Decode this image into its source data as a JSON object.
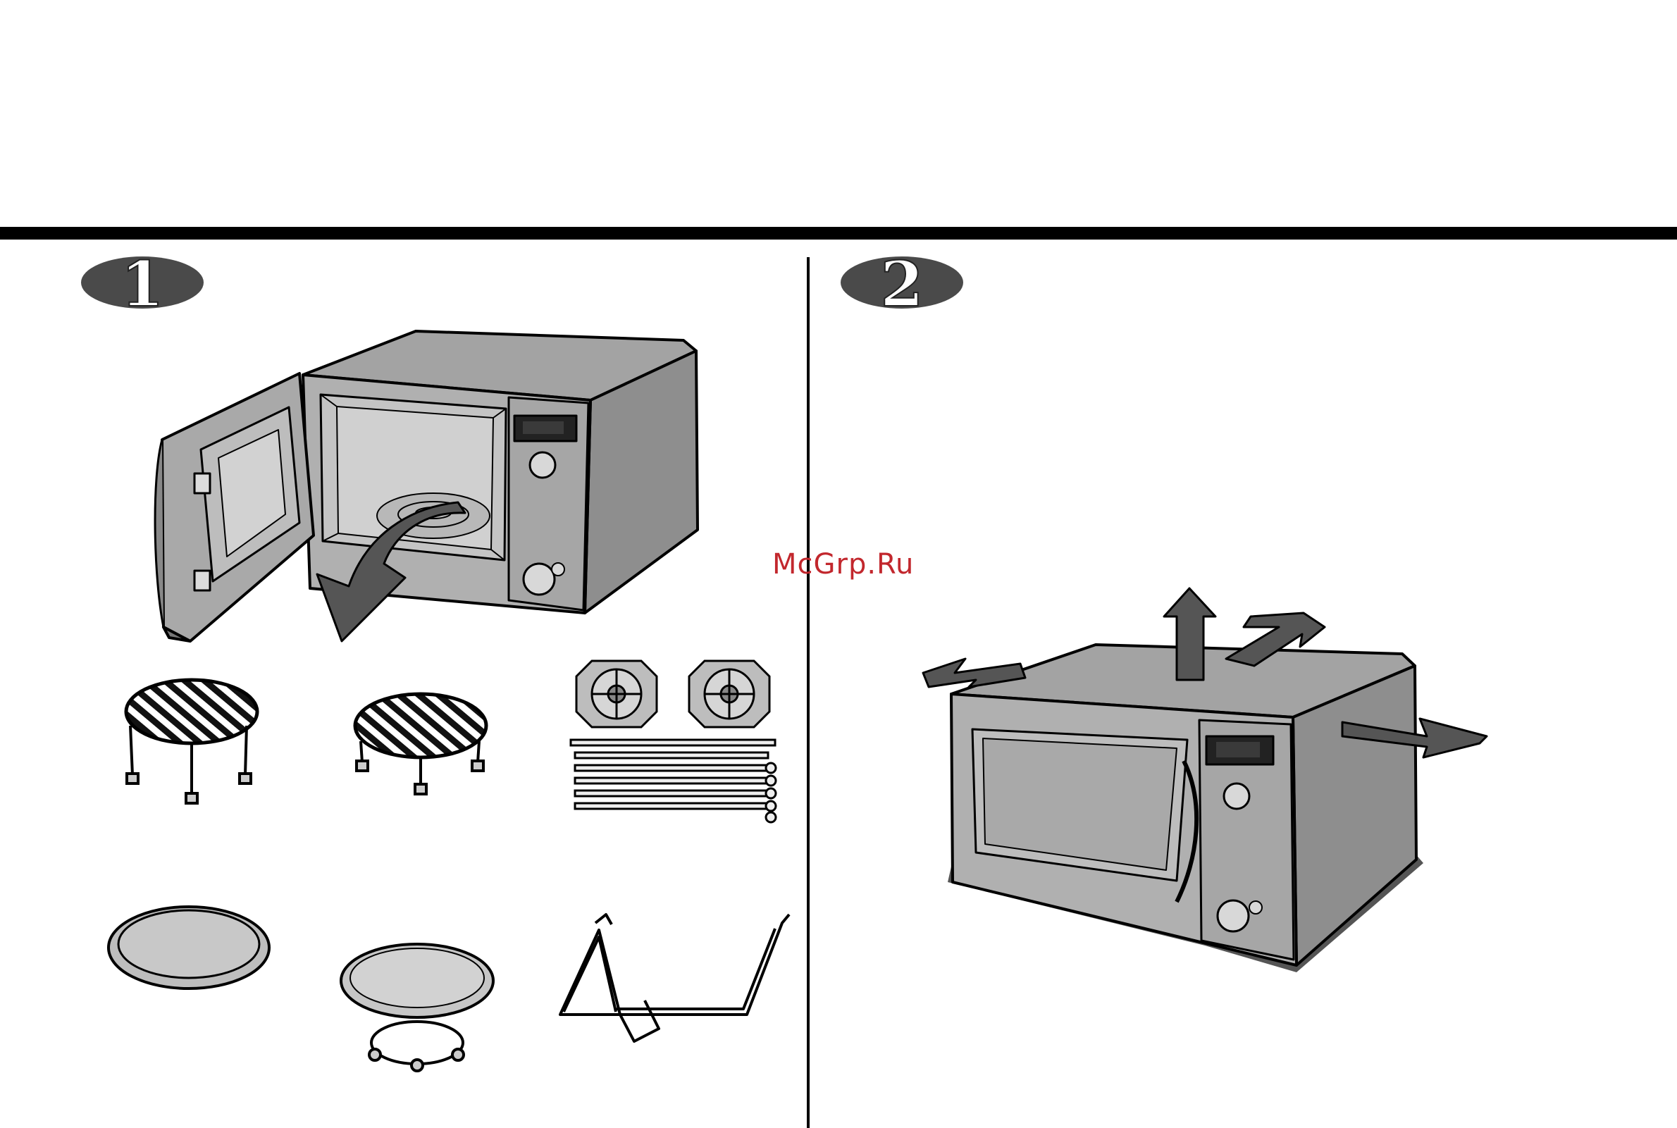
{
  "page": {
    "background": "#ffffff",
    "ink": "#000000",
    "appliance_fill": "#a8a8a8",
    "arrow_fill": "#555555"
  },
  "steps": [
    {
      "number": "1"
    },
    {
      "number": "2"
    }
  ],
  "watermark": {
    "text": "McGrp.Ru",
    "color": "#c2272d"
  },
  "step1": {
    "illustration": "microwave-door-open-turntable-removal",
    "accessories": [
      "high-rack",
      "low-rack",
      "skewer-holders",
      "skewers",
      "baking-tray",
      "turntable-with-roller-ring",
      "wire-rotisserie-stand"
    ]
  },
  "step2": {
    "illustration": "microwave-closed-with-clearance-arrows",
    "arrows": [
      "left",
      "up",
      "back",
      "right"
    ]
  }
}
